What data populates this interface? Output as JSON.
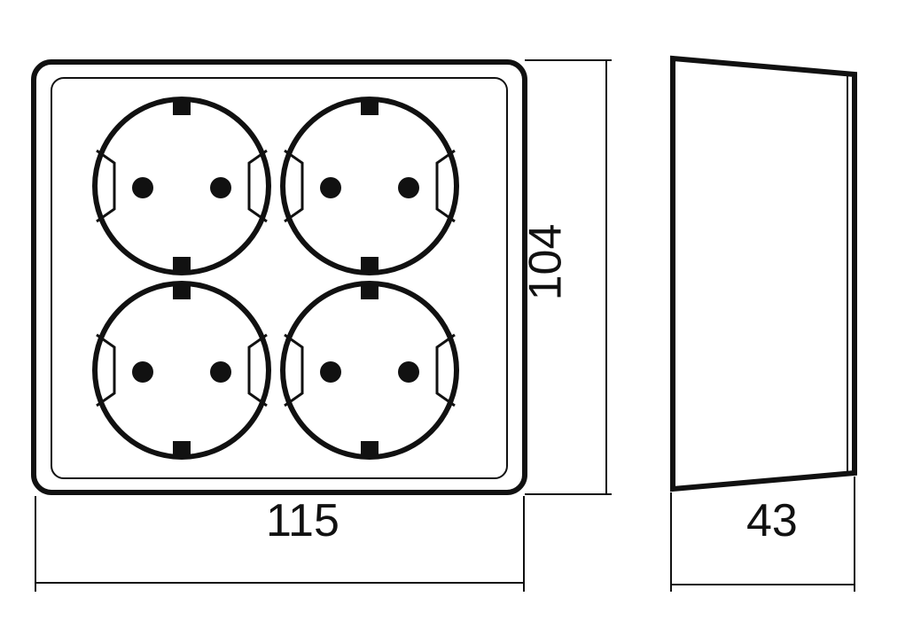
{
  "dimensions": {
    "width": "115",
    "height": "104",
    "depth": "43"
  },
  "colors": {
    "stroke": "#111111",
    "background": "#ffffff"
  }
}
